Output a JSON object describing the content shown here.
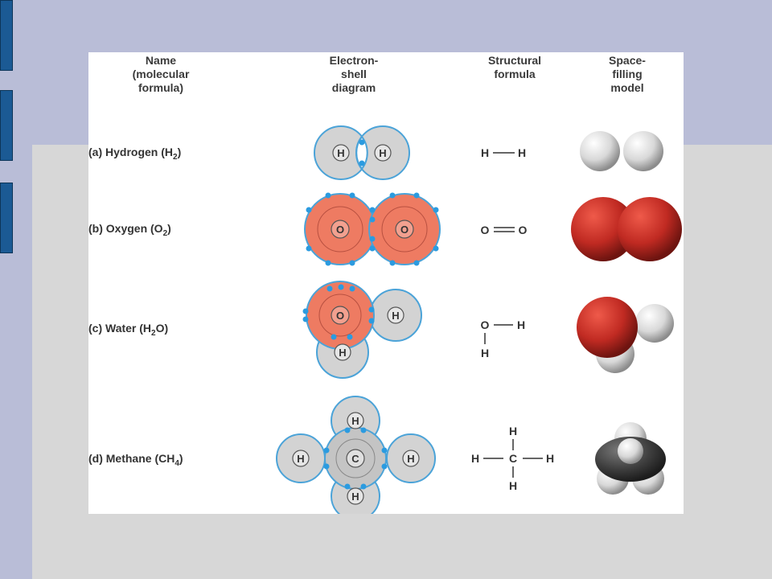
{
  "headers": {
    "name": "Name\n(molecular\nformula)",
    "electron": "Electron-\nshell\ndiagram",
    "structural": "Structural\nformula",
    "space": "Space-\nfilling\nmodel"
  },
  "rows": [
    {
      "prefix": "(a) Hydrogen (H",
      "sub": "2",
      "suffix": ")"
    },
    {
      "prefix": "(b) Oxygen (O",
      "sub": "2",
      "suffix": ")"
    },
    {
      "prefix": "(c) Water (H",
      "sub": "2",
      "suffix": "O)"
    },
    {
      "prefix": "(d) Methane (CH",
      "sub": "4",
      "suffix": ")"
    }
  ],
  "atoms": {
    "H": "H",
    "O": "O",
    "C": "C"
  },
  "colors": {
    "shell_stroke": "#4ba3d8",
    "electron": "#2b9be0",
    "hydrogen_fill": "#d3d3d3",
    "oxygen_fill": "#ee7b62",
    "carbon_fill": "#c4c4c4",
    "oxygen_model": "#c02a22",
    "hydrogen_model": "#dcdcdc",
    "carbon_model": "#3f3f3f"
  }
}
